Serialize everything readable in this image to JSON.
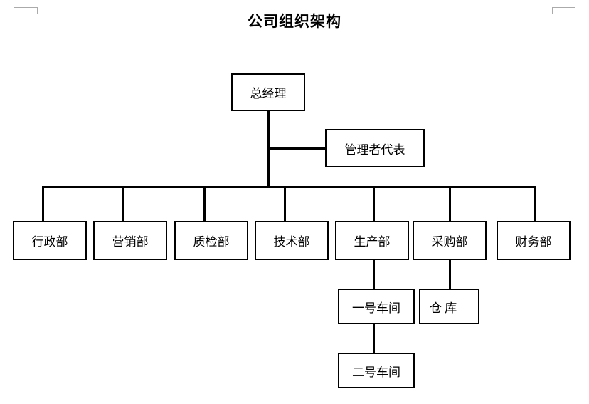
{
  "document": {
    "title": "公司组织架构"
  },
  "chart_data": {
    "type": "diagram",
    "diagram_type": "organizational-chart",
    "title": "公司组织架构",
    "orientation": "top-down",
    "nodes": [
      {
        "id": "gm",
        "label": "总经理",
        "level": 0
      },
      {
        "id": "mgmt_rep",
        "label": "管理者代表",
        "level": 1
      },
      {
        "id": "admin",
        "label": "行政部",
        "level": 2
      },
      {
        "id": "marketing",
        "label": "营销部",
        "level": 2
      },
      {
        "id": "qc",
        "label": "质检部",
        "level": 2
      },
      {
        "id": "tech",
        "label": "技术部",
        "level": 2
      },
      {
        "id": "prod",
        "label": "生产部",
        "level": 2
      },
      {
        "id": "purchase",
        "label": "采购部",
        "level": 2
      },
      {
        "id": "finance",
        "label": "财务部",
        "level": 2
      },
      {
        "id": "workshop1",
        "label": "一号车间",
        "level": 3
      },
      {
        "id": "warehouse",
        "label": "仓 库",
        "level": 3
      },
      {
        "id": "workshop2",
        "label": "二号车间",
        "level": 4
      }
    ],
    "edges": [
      {
        "from": "gm",
        "to": "mgmt_rep"
      },
      {
        "from": "gm",
        "to": "admin"
      },
      {
        "from": "gm",
        "to": "marketing"
      },
      {
        "from": "gm",
        "to": "qc"
      },
      {
        "from": "gm",
        "to": "tech"
      },
      {
        "from": "gm",
        "to": "prod"
      },
      {
        "from": "gm",
        "to": "purchase"
      },
      {
        "from": "gm",
        "to": "finance"
      },
      {
        "from": "prod",
        "to": "workshop1"
      },
      {
        "from": "purchase",
        "to": "warehouse"
      },
      {
        "from": "workshop1",
        "to": "workshop2"
      }
    ],
    "colors": {
      "box_border": "#000000",
      "box_fill": "#ffffff",
      "connector": "#000000",
      "text": "#000000",
      "margin_guide": "#aaaaaa",
      "background": "#ffffff"
    }
  }
}
